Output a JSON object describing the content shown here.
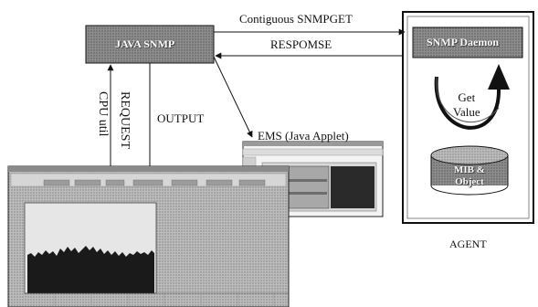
{
  "nodes": {
    "java_snmp": "JAVA SNMP",
    "snmp_daemon": "SNMP Daemon",
    "mib": "MIB &\nObject",
    "agent": "AGENT",
    "ems": "EMS (Java Applet)",
    "get_value": "Get\nValue"
  },
  "edges": {
    "snmpget": "Contiguous SNMPGET",
    "response": "RESPOMSE",
    "output": "OUTPUT",
    "request": "REQUEST",
    "cpu_util": "CPU util"
  },
  "colors": {
    "box_fill": "#8a8a8a",
    "monitor_dark": "#1a1a1a"
  },
  "icons": {
    "ems_thumbnail": "applet-window-icon",
    "cpu_monitor": "cpu-graph-window-icon"
  }
}
